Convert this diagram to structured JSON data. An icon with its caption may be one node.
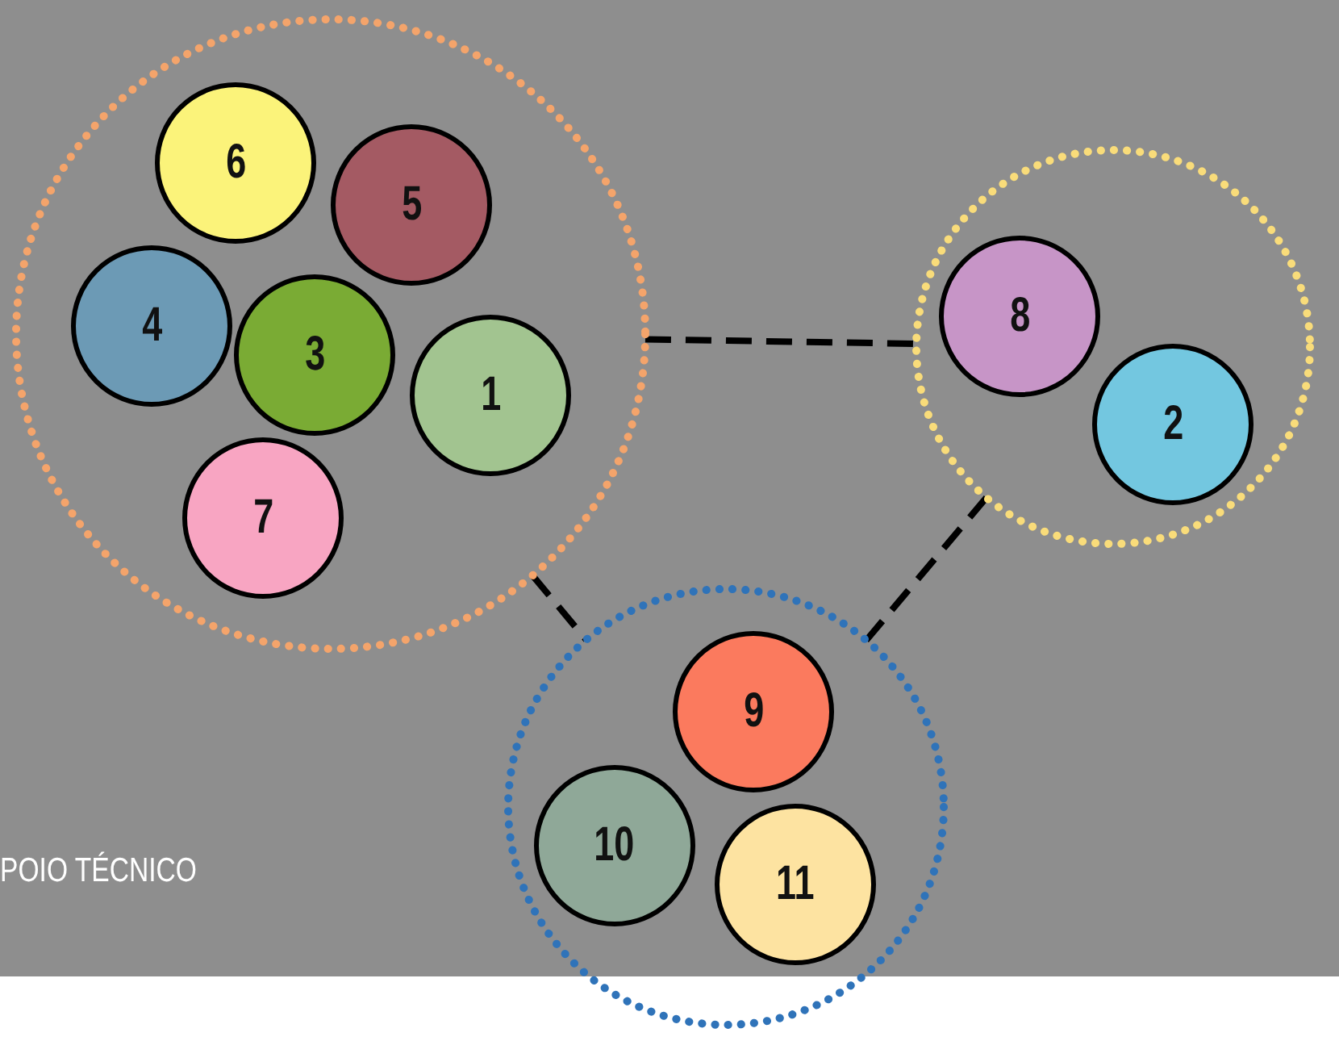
{
  "diagram": {
    "nodes": [
      {
        "text": [],
        "shape": "circle"
      },
      {
        "text": [
          "6"
        ],
        "in": 0
      },
      {
        "text": [
          "5"
        ],
        "in": 0
      },
      {
        "text": [
          "4"
        ],
        "in": 0
      },
      {
        "text": [
          "3"
        ],
        "in": 0
      },
      {
        "text": [
          "1"
        ],
        "in": 0
      },
      {
        "text": [
          "7"
        ],
        "in": 0
      },
      {
        "text": [],
        "shape": "circle"
      },
      {
        "text": [
          "8"
        ],
        "in": 7
      },
      {
        "text": [
          "2"
        ],
        "in": 7
      },
      {
        "text": [],
        "shape": "circle"
      },
      {
        "text": [
          "9"
        ],
        "in": 10
      },
      {
        "text": [
          "10"
        ],
        "in": 10
      },
      {
        "text": [
          "11"
        ],
        "in": 10
      }
    ],
    "edges": [
      {
        "from": 0,
        "to": 7,
        "arrow": "none",
        "style": "dashed"
      },
      {
        "from": 7,
        "to": 10,
        "arrow": "none",
        "style": "dashed"
      },
      {
        "from": 0,
        "to": 10,
        "arrow": "none",
        "style": "dashed"
      }
    ],
    "labels": [
      "POIO TÉCNICO"
    ]
  }
}
